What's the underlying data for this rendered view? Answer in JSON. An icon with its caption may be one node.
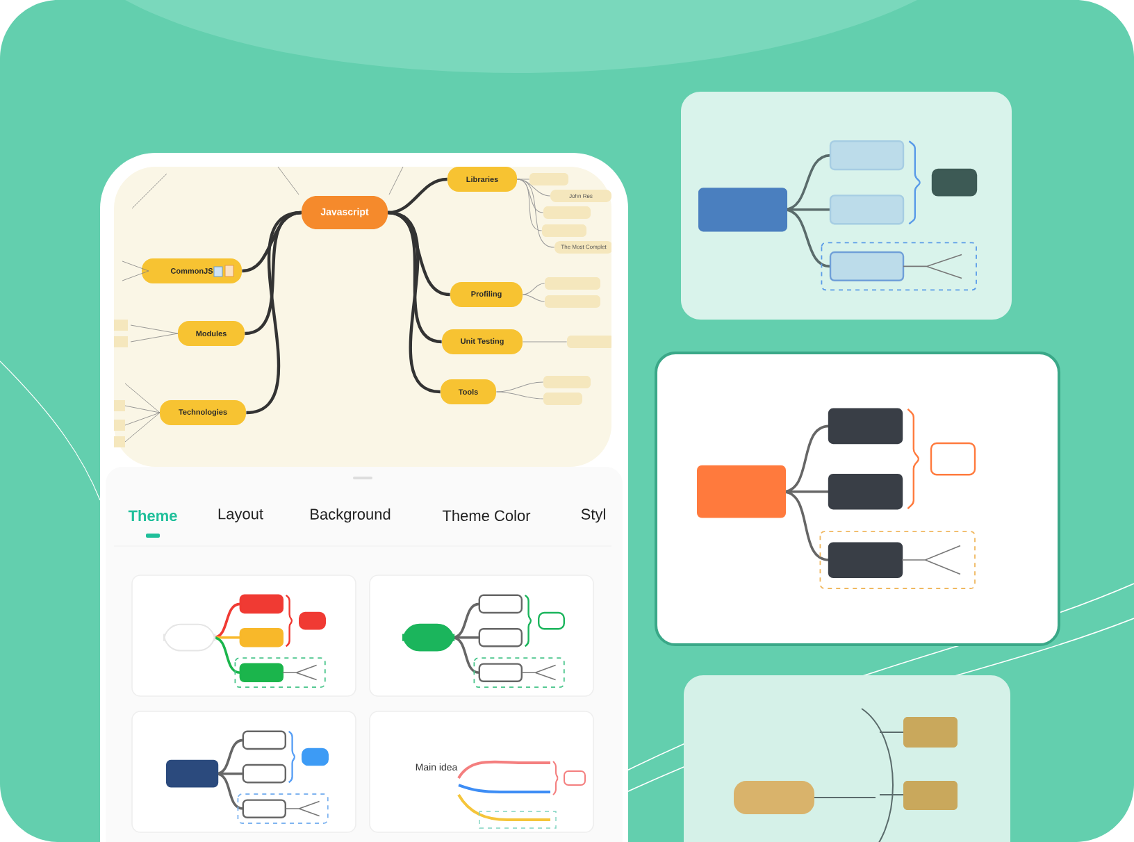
{
  "diagram": {
    "nodes": [
      {
        "text": [
          "Javascript"
        ]
      },
      {
        "text": [
          "Libraries"
        ]
      },
      {
        "text": [
          "Profiling"
        ]
      },
      {
        "text": [
          "Unit Testing"
        ]
      },
      {
        "text": [
          "Tools"
        ]
      },
      {
        "text": [
          "CommonJS"
        ]
      },
      {
        "text": [
          "Modules"
        ]
      },
      {
        "text": [
          "Technologies"
        ]
      },
      {
        "text": [],
        "shape": "box"
      },
      {
        "text": [
          "John Res"
        ]
      },
      {
        "text": [],
        "shape": "box"
      },
      {
        "text": [],
        "shape": "box"
      },
      {
        "text": [
          "The Most Complet"
        ]
      },
      {
        "text": [],
        "shape": "box"
      },
      {
        "text": [],
        "shape": "box"
      },
      {
        "text": [],
        "shape": "box"
      },
      {
        "text": [],
        "shape": "box"
      },
      {
        "text": [],
        "shape": "box"
      }
    ],
    "edges": [
      {
        "from": 0,
        "to": 1,
        "arrow": "none",
        "style": "thick",
        "color": "#333333"
      },
      {
        "from": 0,
        "to": 2,
        "arrow": "none",
        "style": "thick",
        "color": "#333333"
      },
      {
        "from": 0,
        "to": 3,
        "arrow": "none",
        "style": "thick",
        "color": "#333333"
      },
      {
        "from": 0,
        "to": 4,
        "arrow": "none",
        "style": "thick",
        "color": "#333333"
      },
      {
        "from": 0,
        "to": 5,
        "arrow": "none",
        "style": "thick",
        "color": "#333333"
      },
      {
        "from": 0,
        "to": 6,
        "arrow": "none",
        "style": "thick",
        "color": "#333333"
      },
      {
        "from": 0,
        "to": 7,
        "arrow": "none",
        "style": "thick",
        "color": "#333333"
      },
      {
        "from": 1,
        "to": 8,
        "arrow": "none"
      },
      {
        "from": 1,
        "to": 9,
        "arrow": "none"
      },
      {
        "from": 1,
        "to": 10,
        "arrow": "none"
      },
      {
        "from": 1,
        "to": 11,
        "arrow": "none"
      },
      {
        "from": 1,
        "to": 12,
        "arrow": "none"
      },
      {
        "from": 2,
        "to": 13,
        "arrow": "none"
      },
      {
        "from": 2,
        "to": 14,
        "arrow": "none"
      },
      {
        "from": 3,
        "to": 15,
        "arrow": "none"
      },
      {
        "from": 4,
        "to": 16,
        "arrow": "none"
      },
      {
        "from": 4,
        "to": 17,
        "arrow": "none"
      }
    ],
    "labels": [
      "Theme",
      "Layout",
      "Background",
      "Theme Color",
      "Styl",
      "Main idea"
    ]
  }
}
